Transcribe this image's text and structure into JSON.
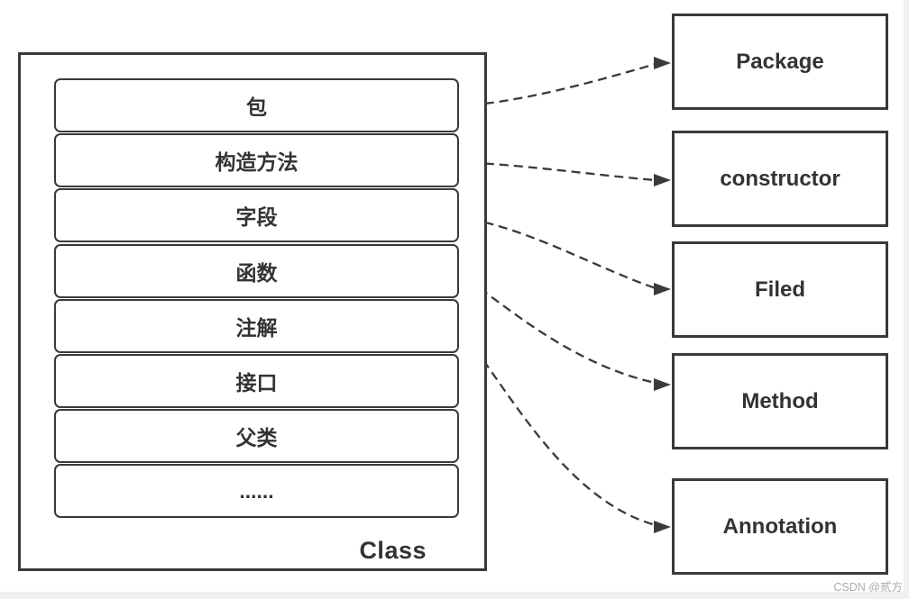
{
  "class_box": {
    "label": "Class",
    "members": [
      {
        "label": "包"
      },
      {
        "label": "构造方法"
      },
      {
        "label": "字段"
      },
      {
        "label": "函数"
      },
      {
        "label": "注解"
      },
      {
        "label": "接口"
      },
      {
        "label": "父类"
      },
      {
        "label": "......"
      }
    ]
  },
  "targets": [
    {
      "label": "Package"
    },
    {
      "label": "constructor"
    },
    {
      "label": "Filed"
    },
    {
      "label": "Method"
    },
    {
      "label": "Annotation"
    }
  ],
  "connections": [
    {
      "from": "包",
      "to": "Package"
    },
    {
      "from": "构造方法",
      "to": "constructor"
    },
    {
      "from": "字段",
      "to": "Filed"
    },
    {
      "from": "函数",
      "to": "Method"
    },
    {
      "from": "注解",
      "to": "Annotation"
    }
  ],
  "watermark": "CSDN @贰方",
  "colors": {
    "stroke": "#3a3a3a",
    "text": "#333333",
    "watermark": "#a8abb0",
    "edge_bg": "#eef0f1"
  }
}
